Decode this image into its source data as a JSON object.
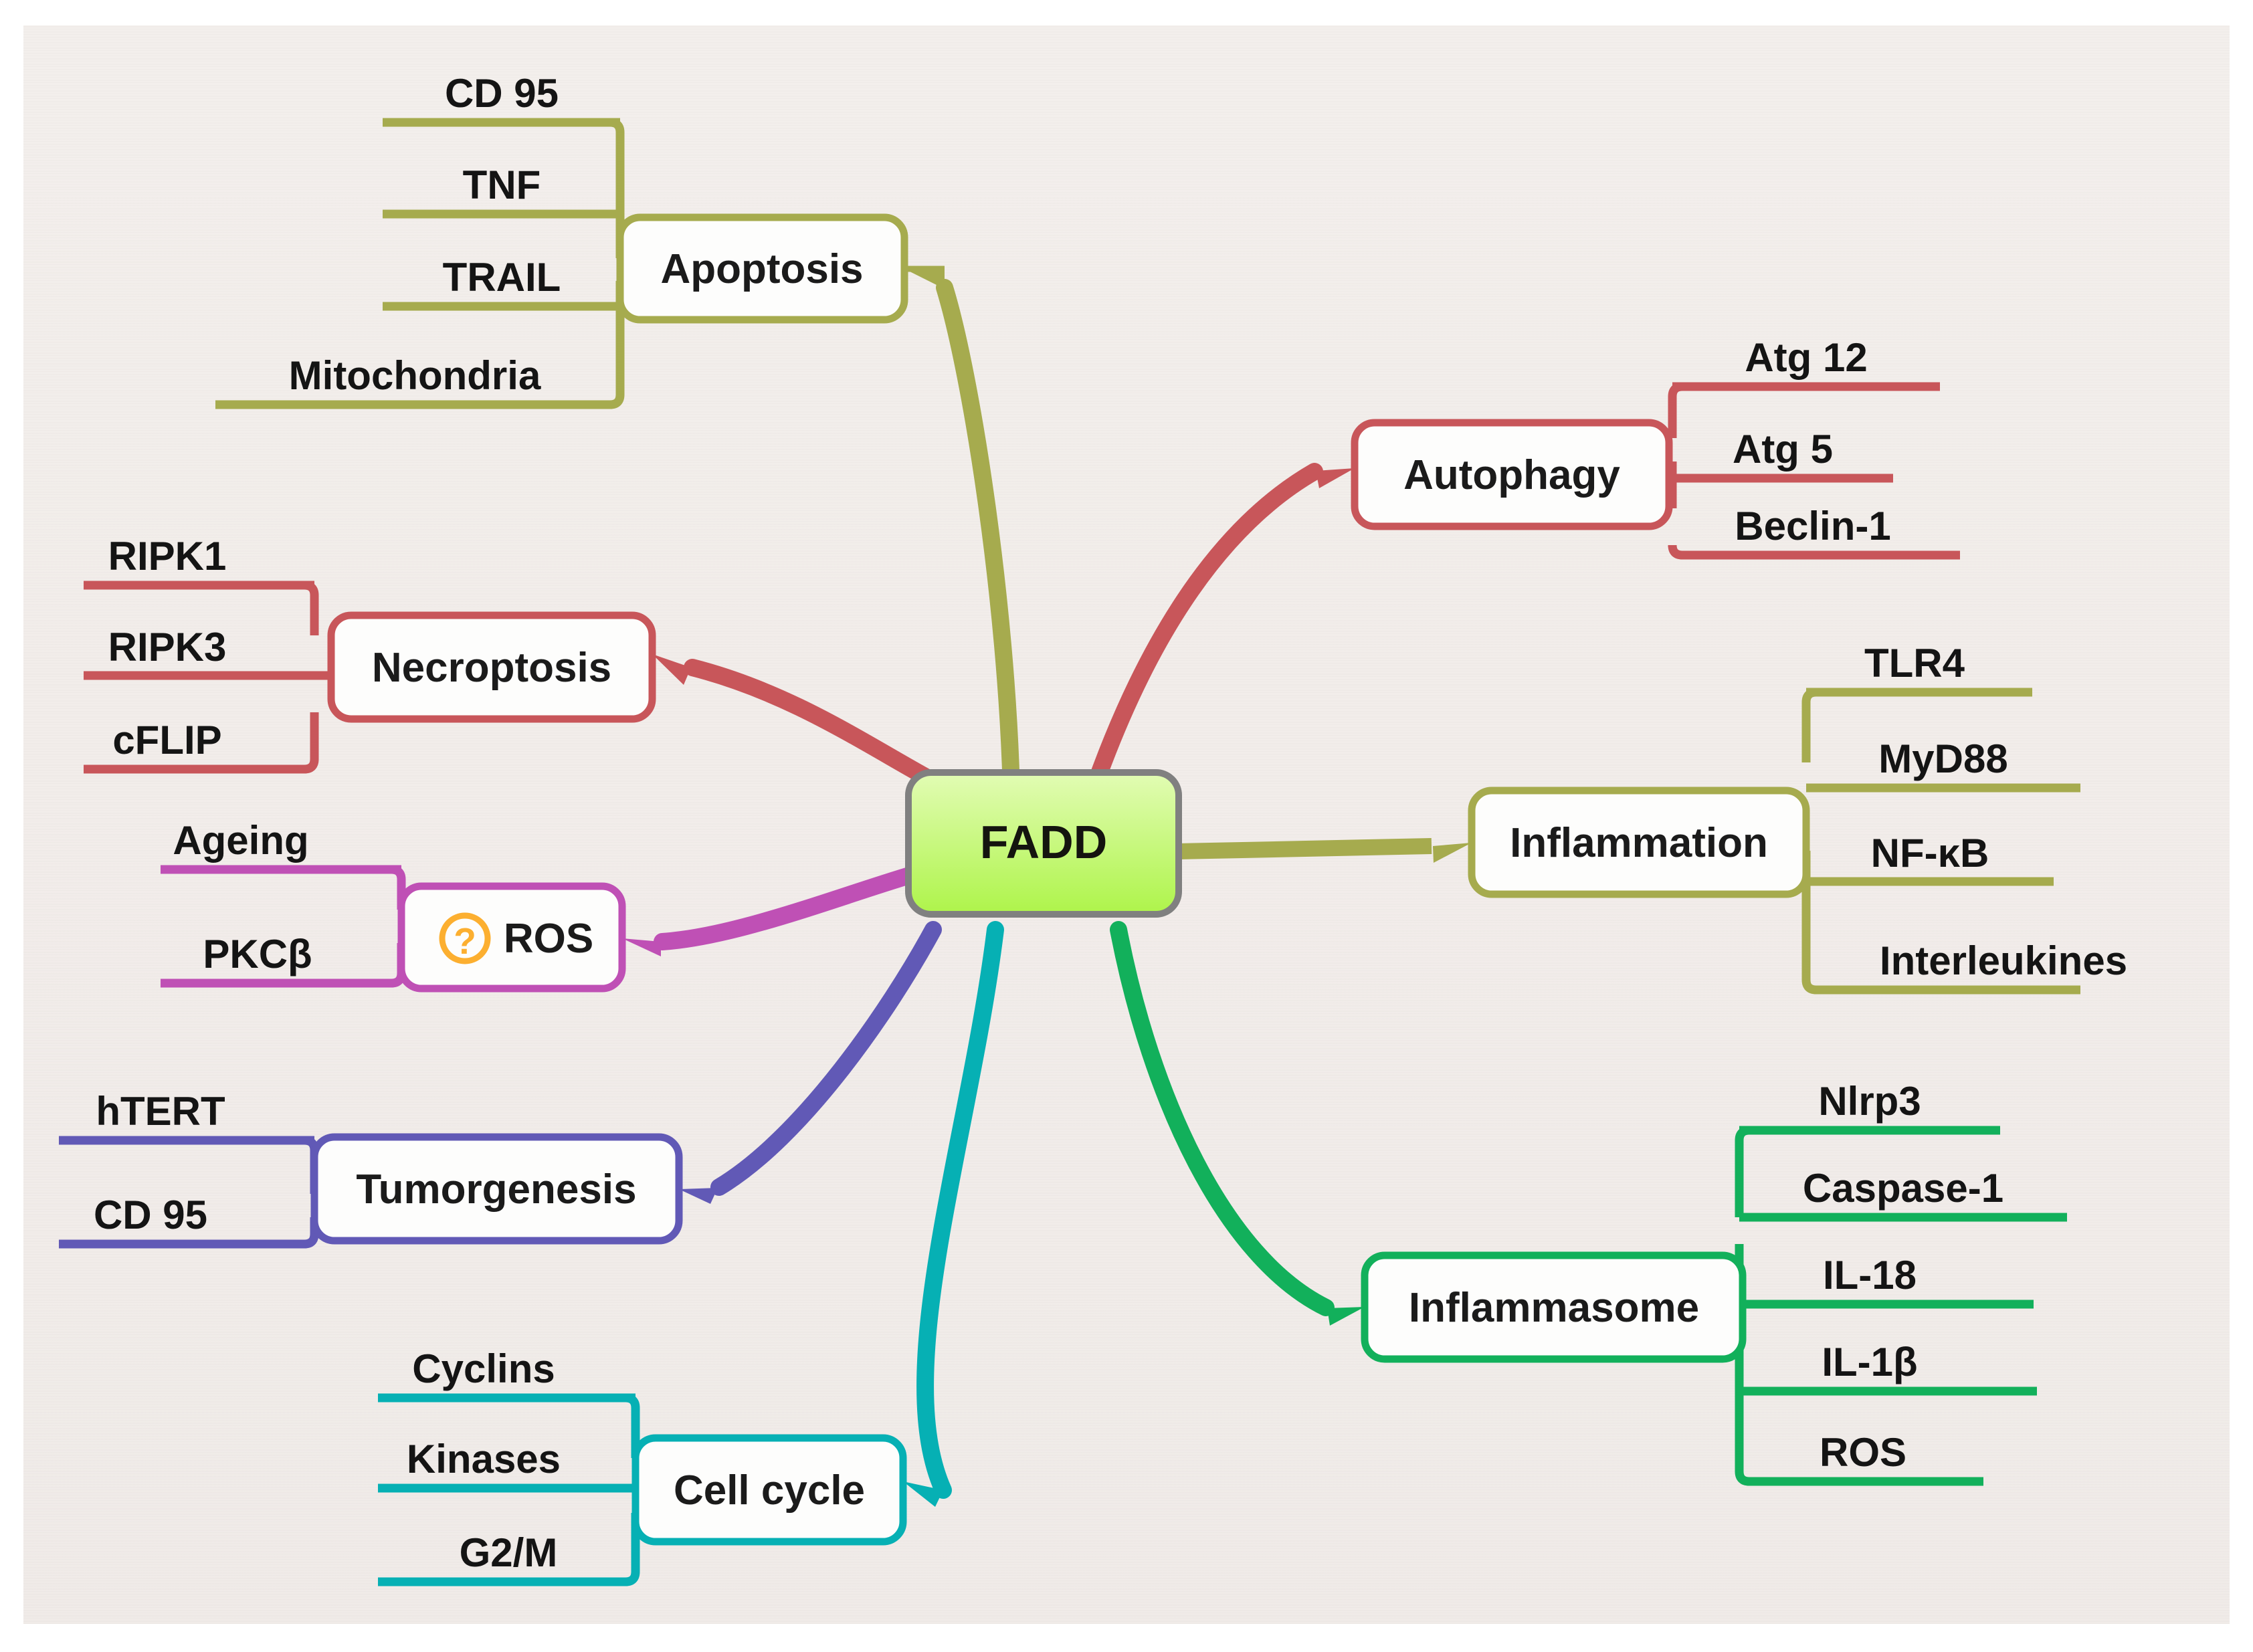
{
  "diagram": {
    "title": "FADD signalling mind map",
    "center": {
      "label": "FADD",
      "fill_top": "#ddfba8",
      "fill_bottom": "#b2f552",
      "border": "#808080"
    },
    "canvas_bg": "#f1ece9",
    "branches": [
      {
        "key": "apoptosis",
        "label": "Apoptosis",
        "color": "#a6ab4e",
        "side": "left",
        "leaves": [
          "CD 95",
          "TNF",
          "TRAIL",
          "Mitochondria"
        ]
      },
      {
        "key": "necroptosis",
        "label": "Necroptosis",
        "color": "#c8565a",
        "side": "left",
        "leaves": [
          "RIPK1",
          "RIPK3",
          "cFLIP"
        ]
      },
      {
        "key": "ros",
        "label": "ROS",
        "color": "#bf50b5",
        "side": "left",
        "icon": "question-circle-icon",
        "icon_color": "#fcaf30",
        "leaves": [
          "Ageing",
          "PKCβ"
        ]
      },
      {
        "key": "tumorgenesis",
        "label": "Tumorgenesis",
        "color": "#6159b6",
        "side": "left",
        "leaves": [
          "hTERT",
          "CD 95"
        ]
      },
      {
        "key": "cellcycle",
        "label": "Cell cycle",
        "color": "#06b0b4",
        "side": "left",
        "leaves": [
          "Cyclins",
          "Kinases",
          "G2/M"
        ]
      },
      {
        "key": "autophagy",
        "label": "Autophagy",
        "color": "#c8565a",
        "side": "right",
        "leaves": [
          "Atg 12",
          "Atg 5",
          "Beclin-1"
        ]
      },
      {
        "key": "inflammation",
        "label": "Inflammation",
        "color": "#a6ab4e",
        "side": "right",
        "leaves": [
          "TLR4",
          "MyD88",
          "NF-κB",
          "Interleukines"
        ]
      },
      {
        "key": "inflammasome",
        "label": "Inflammasome",
        "color": "#12b05b",
        "side": "right",
        "leaves": [
          "Nlrp3",
          "Caspase-1",
          "IL-18",
          "IL-1β",
          "ROS"
        ]
      }
    ]
  }
}
